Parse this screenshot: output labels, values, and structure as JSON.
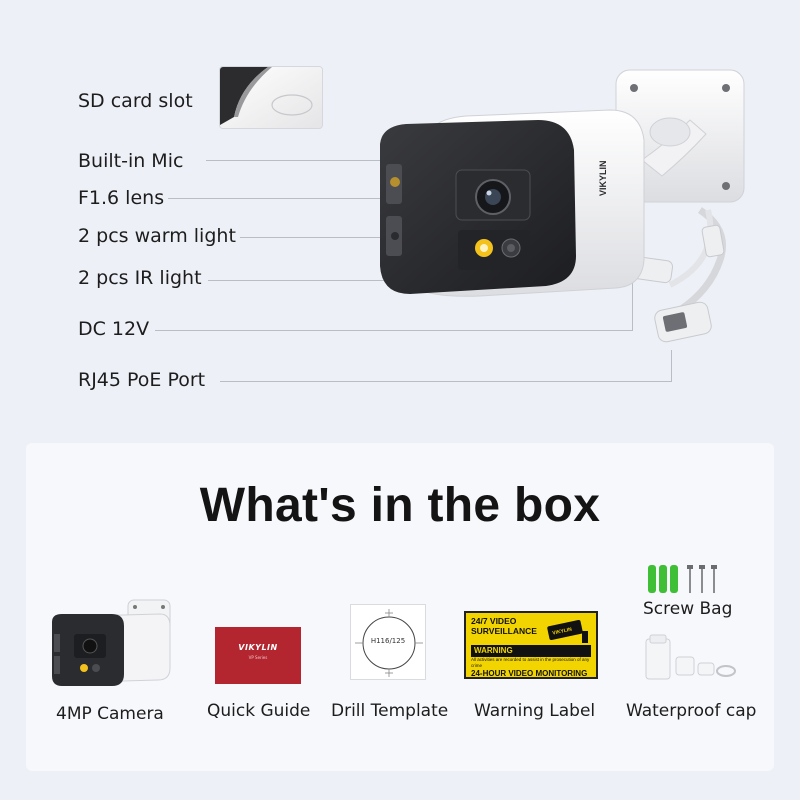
{
  "features": [
    {
      "label": "SD card slot"
    },
    {
      "label": "Built-in Mic"
    },
    {
      "label": "F1.6 lens"
    },
    {
      "label": "2 pcs warm light"
    },
    {
      "label": "2 pcs IR light"
    },
    {
      "label": "DC 12V"
    },
    {
      "label": "RJ45 PoE Port"
    }
  ],
  "camera_brand": "VIKYLIN",
  "box": {
    "title": "What's in the box",
    "items": [
      {
        "label": "4MP Camera"
      },
      {
        "label": "Quick Guide"
      },
      {
        "label": "Drill Template"
      },
      {
        "label": "Warning Label"
      },
      {
        "label": "Waterproof cap"
      },
      {
        "label": "Screw Bag"
      }
    ]
  },
  "quick_guide": {
    "brand": "VIKYLIN",
    "series": "VP Series"
  },
  "drill_template": {
    "text": "H116/125"
  },
  "warning_label": {
    "line1": "24/7 VIDEO",
    "line2": "SURVEILLANCE",
    "badge": "VIKYLIN",
    "warning": "WARNING",
    "fine_print": "All activities are recorded to assist in the prosecution of any crime",
    "monitoring": "24-HOUR VIDEO MONITORING"
  },
  "colors": {
    "background": "#edf0f7",
    "card": "#f7f8fc",
    "warm_light": "#f4c21c",
    "warning_yellow": "#f2d500",
    "guide_red": "#b3252f",
    "screw_anchor_green": "#3fbf35"
  }
}
